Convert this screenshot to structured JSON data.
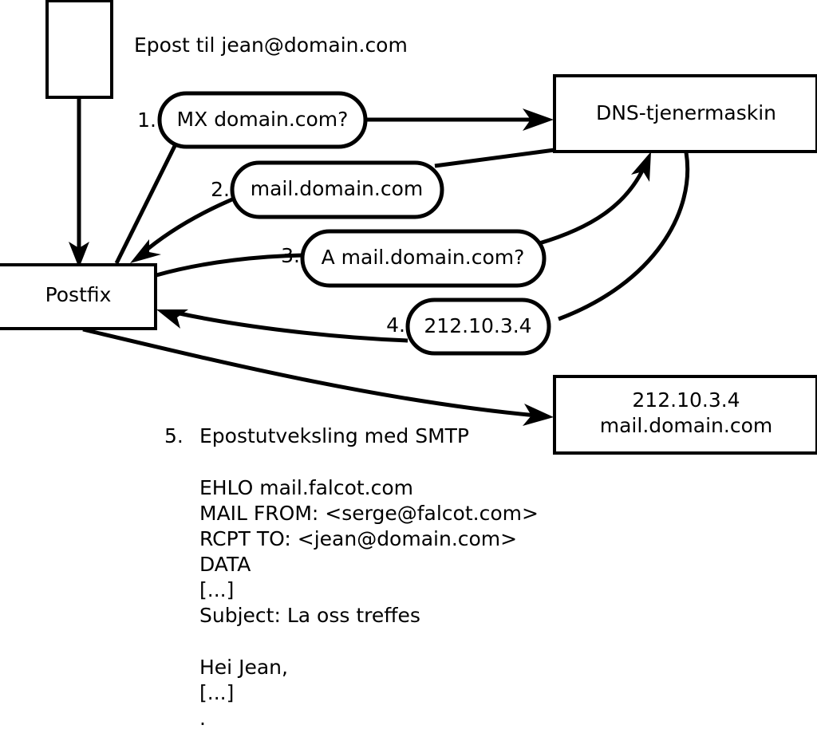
{
  "diagram": {
    "title_note": "Epost til jean@domain.com",
    "nodes": {
      "client": {
        "label": ""
      },
      "postfix": {
        "label": "Postfix"
      },
      "dns_server": {
        "label": "DNS-tjenermaskin"
      },
      "mail_server": {
        "line1": "212.10.3.4",
        "line2": "mail.domain.com"
      }
    },
    "steps": [
      {
        "number": "1.",
        "label": "MX domain.com?"
      },
      {
        "number": "2.",
        "label": "mail.domain.com"
      },
      {
        "number": "3.",
        "label": "A mail.domain.com?"
      },
      {
        "number": "4.",
        "label": "212.10.3.4"
      }
    ],
    "step5": {
      "number": "5.",
      "label": "Epostutveksling med SMTP"
    },
    "transcript": [
      "EHLO mail.falcot.com",
      "MAIL FROM: <serge@falcot.com>",
      "RCPT TO: <jean@domain.com>",
      "DATA",
      "[...]",
      "Subject: La oss treffes",
      "",
      "Hei Jean,",
      "[...]",
      "."
    ],
    "colors": {
      "stroke": "#000000",
      "fill": "#ffffff",
      "text": "#000000"
    }
  }
}
